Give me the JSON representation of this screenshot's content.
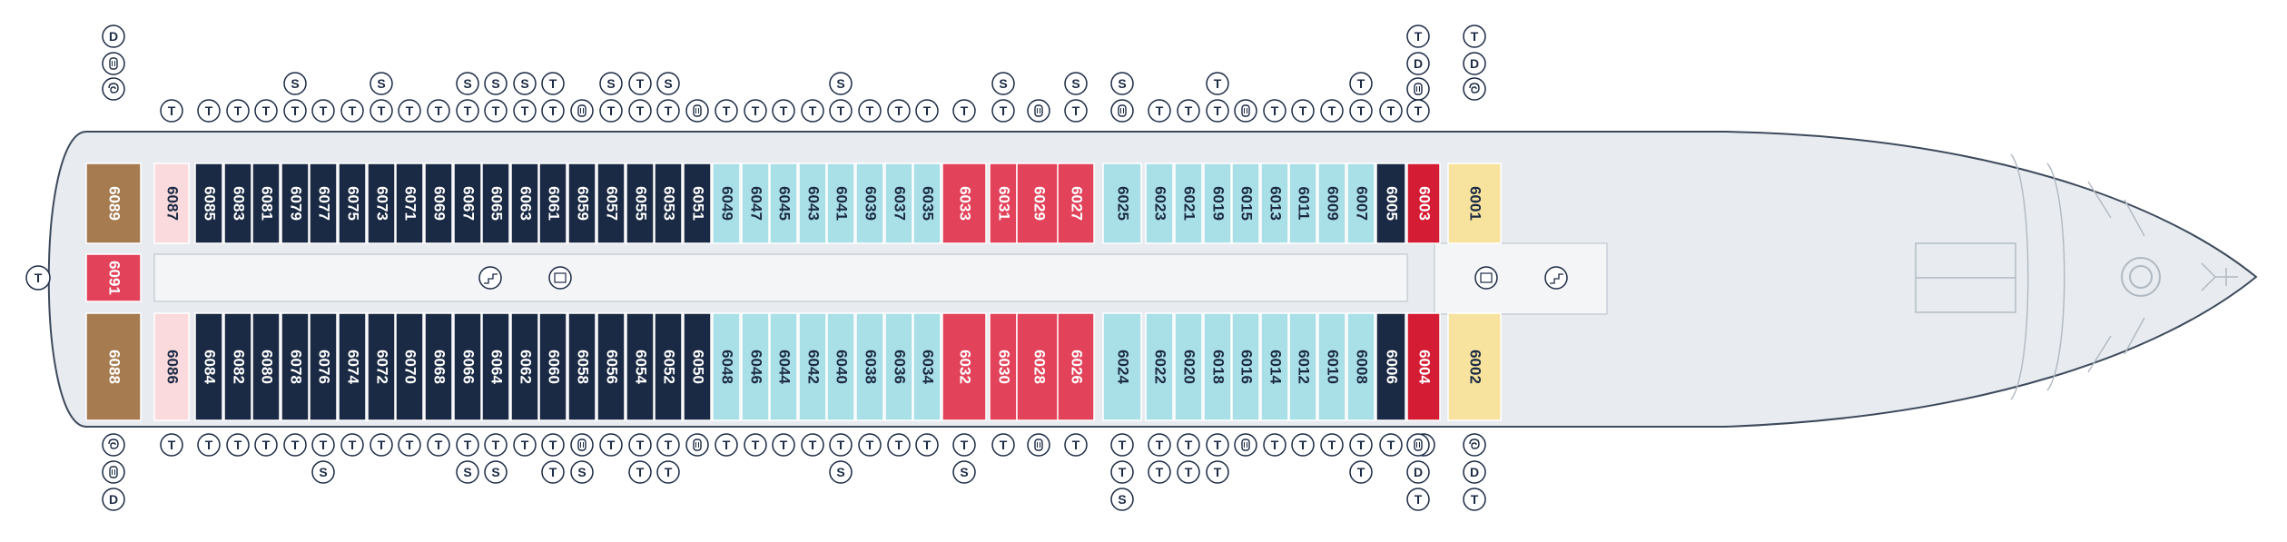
{
  "deck": {
    "upper_row": [
      "6089",
      "6087",
      "6085",
      "6083",
      "6081",
      "6079",
      "6077",
      "6075",
      "6073",
      "6071",
      "6069",
      "6067",
      "6065",
      "6063",
      "6061",
      "6059",
      "6057",
      "6055",
      "6053",
      "6051",
      "6049",
      "6047",
      "6045",
      "6043",
      "6041",
      "6039",
      "6037",
      "6035",
      "6033",
      "6031",
      "6029",
      "6027",
      "6025",
      "6023",
      "6021",
      "6019",
      "6015",
      "6013",
      "6011",
      "6009",
      "6007",
      "6005",
      "6003",
      "6001"
    ],
    "lower_row": [
      "6088",
      "6086",
      "6084",
      "6082",
      "6080",
      "6078",
      "6076",
      "6074",
      "6072",
      "6070",
      "6068",
      "6066",
      "6064",
      "6062",
      "6060",
      "6058",
      "6056",
      "6054",
      "6052",
      "6050",
      "6048",
      "6046",
      "6044",
      "6042",
      "6040",
      "6038",
      "6036",
      "6034",
      "6032",
      "6030",
      "6028",
      "6026",
      "6024",
      "6022",
      "6020",
      "6018",
      "6016",
      "6014",
      "6012",
      "6010",
      "6008",
      "6006",
      "6004",
      "6002"
    ],
    "stern_cabin": "6091",
    "symbol_letters": {
      "tv": "T",
      "sofa": "S",
      "dual_bed": "D"
    },
    "colors": {
      "navy": "#1b2a44",
      "light_blue": "#a9dfe6",
      "coral": "#e2425a",
      "red": "#d41c34",
      "brown": "#a57b4f",
      "yellow": "#f7e39d",
      "pink": "#fadadd",
      "hull": "#e8ecf0",
      "hull_outline": "#3d4a5c",
      "corridor": "#f4f5f7"
    },
    "icons": [
      "bathtub-icon",
      "shower-icon",
      "elevator-icon",
      "stairs-icon",
      "anchor-icon"
    ]
  }
}
